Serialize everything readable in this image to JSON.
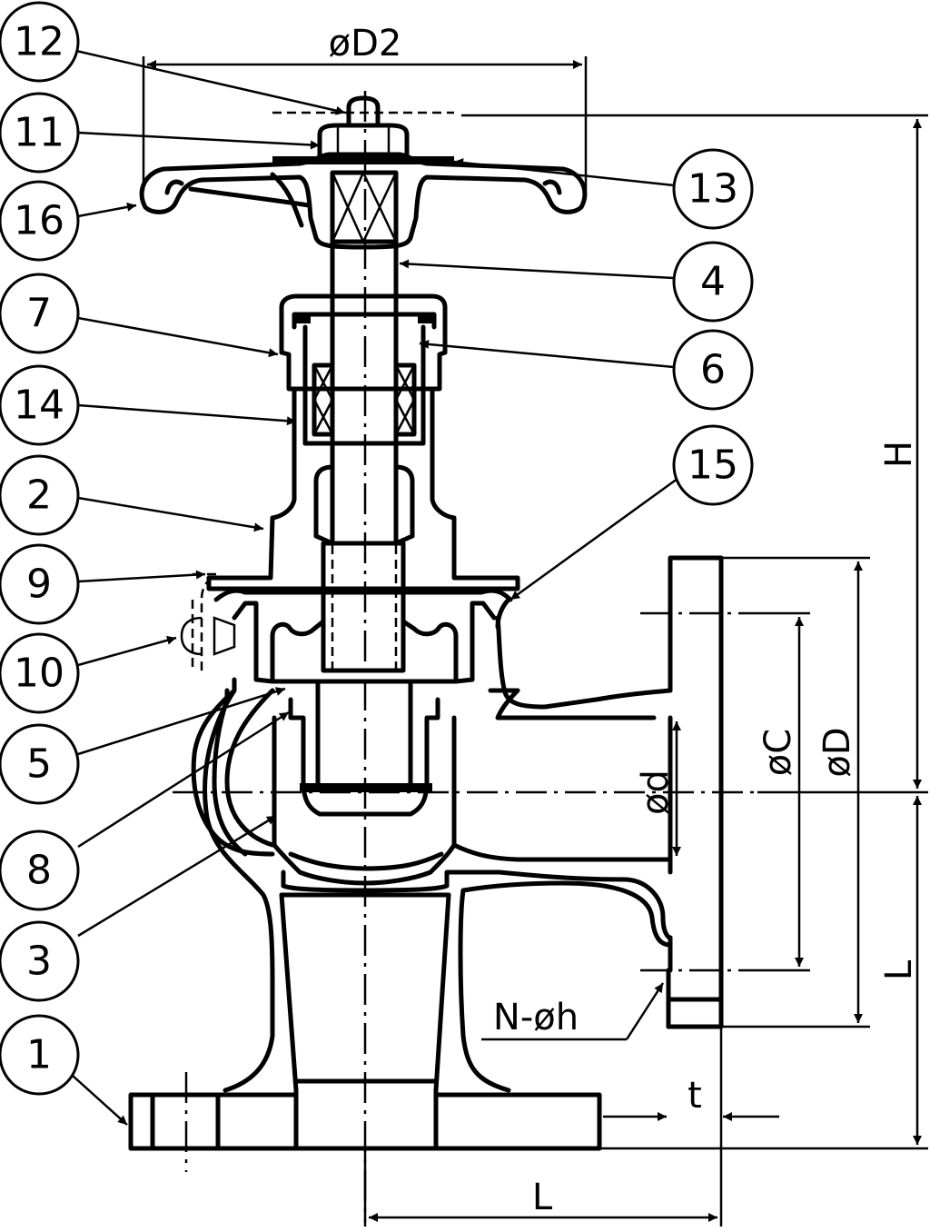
{
  "balloons": [
    "12",
    "11",
    "16",
    "7",
    "14",
    "2",
    "9",
    "10",
    "5",
    "8",
    "3",
    "1",
    "13",
    "4",
    "6",
    "15"
  ],
  "dimensions": {
    "handwheel_dia": "øD2",
    "height": "H",
    "flange_length_side": "L",
    "flange_length_bottom": "L",
    "bore_dia": "ød",
    "bolt_circle_dia": "øC",
    "flange_dia": "øD",
    "bolt_holes": "N-øh",
    "flange_thickness": "t"
  }
}
